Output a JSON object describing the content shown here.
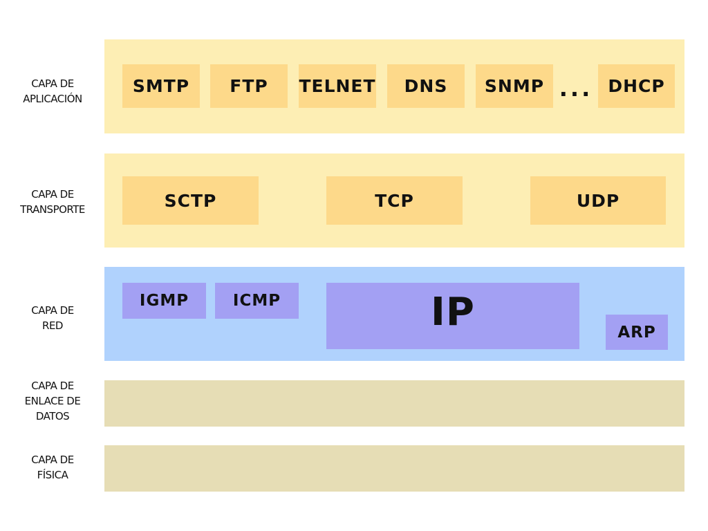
{
  "colors": {
    "application_band": "#fdeeb4",
    "application_box": "#fdd98a",
    "transport_band": "#fdeeb4",
    "transport_box": "#fdd98a",
    "network_band": "#b0d2fd",
    "network_box": "#a3a0f3",
    "datalink_band": "#e6ddb5",
    "physical_band": "#e6ddb5"
  },
  "layers": {
    "application": {
      "label_lines": [
        "CAPA DE",
        "APLICACIÓN"
      ],
      "protocols": [
        "SMTP",
        "FTP",
        "TELNET",
        "DNS",
        "SNMP",
        "DHCP"
      ],
      "ellipsis": "..."
    },
    "transport": {
      "label_lines": [
        "CAPA DE",
        "TRANSPORTE"
      ],
      "protocols": [
        "SCTP",
        "TCP",
        "UDP"
      ]
    },
    "network": {
      "label_lines": [
        "CAPA DE",
        "RED"
      ],
      "protocols": [
        "IGMP",
        "ICMP",
        "IP",
        "ARP"
      ]
    },
    "datalink": {
      "label_lines": [
        "CAPA DE",
        "ENLACE DE",
        "DATOS"
      ]
    },
    "physical": {
      "label_lines": [
        "CAPA DE",
        "FÍSICA"
      ]
    }
  }
}
